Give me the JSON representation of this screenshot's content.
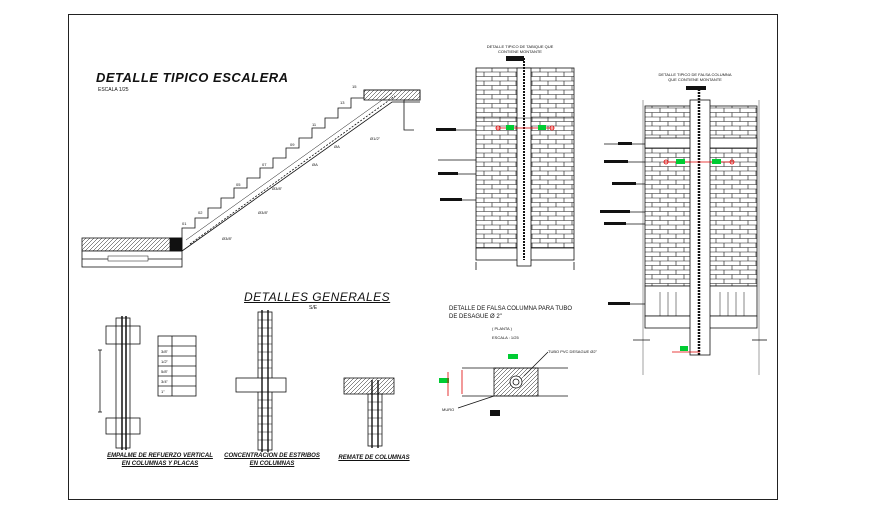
{
  "stair": {
    "title": "DETALLE TIPICO ESCALERA",
    "scale": "ESCALA 1/25"
  },
  "generales": {
    "title": "DETALLES  GENERALES",
    "scale": "S/E"
  },
  "captions": {
    "empalme_1": "EMPALME DE REFUERZO VERTICAL",
    "empalme_2": "EN COLUMNAS Y PLACAS",
    "estribos_1": "CONCENTRACION DE ESTRIBOS",
    "estribos_2": "EN COLUMNAS",
    "remate": "REMATE DE COLUMNAS"
  },
  "detail_tabique": {
    "line1": "DETALLE TIPICO DE TABIQUE QUE",
    "line2": "CONTIENE MONTANTE"
  },
  "detail_falsa": {
    "line1": "DETALLE TIPICO DE FALSA COLUMNA",
    "line2": "QUE CONTIENE MONTANTE"
  },
  "falsa_tubo": {
    "line1": "DETALLE DE FALSA COLUMNA PARA TUBO",
    "line2": "DE DESAGUE  Ø 2\"",
    "planta": "( PLANTA )",
    "escala": "ESCALA : 1/25",
    "tubo": "TUBO PVC DESAGUE Ø2\"",
    "muro": "MURO"
  },
  "table_rows": [
    {
      "d": "3/8\""
    },
    {
      "d": "1/2\""
    },
    {
      "d": "5/8\""
    },
    {
      "d": "3/4\""
    },
    {
      "d": "1\""
    }
  ],
  "colors": {
    "ink": "#111111",
    "green": "#00cc33",
    "red": "#e00000",
    "border": "#222222"
  }
}
